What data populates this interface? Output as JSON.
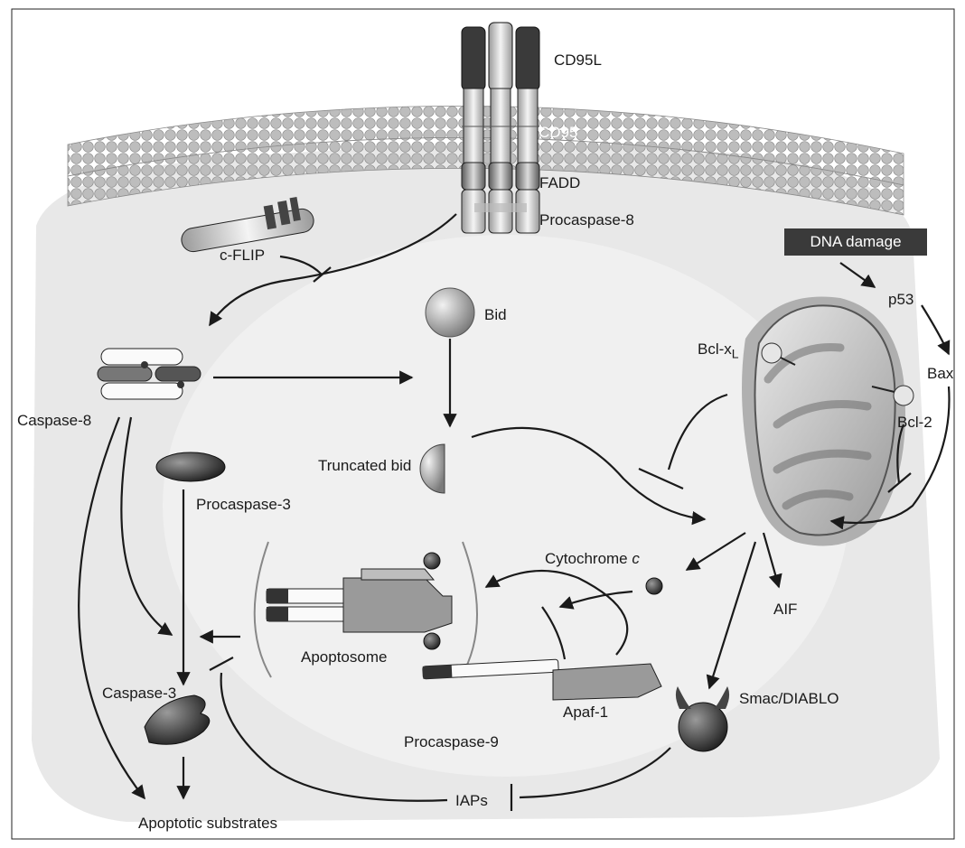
{
  "labels": {
    "cd95l": "CD95L",
    "cd95": "CD95",
    "fadd": "FADD",
    "procaspase8": "Procaspase-8",
    "cflip": "c-FLIP",
    "dna_damage": "DNA damage",
    "p53": "p53",
    "bax": "Bax",
    "bid": "Bid",
    "bclxl_main": "Bcl-x",
    "bclxl_sub": "L",
    "bcl2": "Bcl-2",
    "caspase8": "Caspase-8",
    "truncated_bid": "Truncated bid",
    "procaspase3": "Procaspase-3",
    "cytochrome": "Cytochrome ",
    "cytochrome_c": "c",
    "aif": "AIF",
    "apoptosome": "Apoptosome",
    "caspase3": "Caspase-3",
    "apaf1": "Apaf-1",
    "smac": "Smac/DIABLO",
    "procaspase9": "Procaspase-9",
    "iaps": "IAPs",
    "apoptotic_substrates": "Apoptotic substrates"
  },
  "colors": {
    "cell": "#e6e6e6",
    "membrane_head": "#bdbdbd",
    "arrow": "#1a1a1a",
    "dark_box": "#3a3a3a"
  }
}
